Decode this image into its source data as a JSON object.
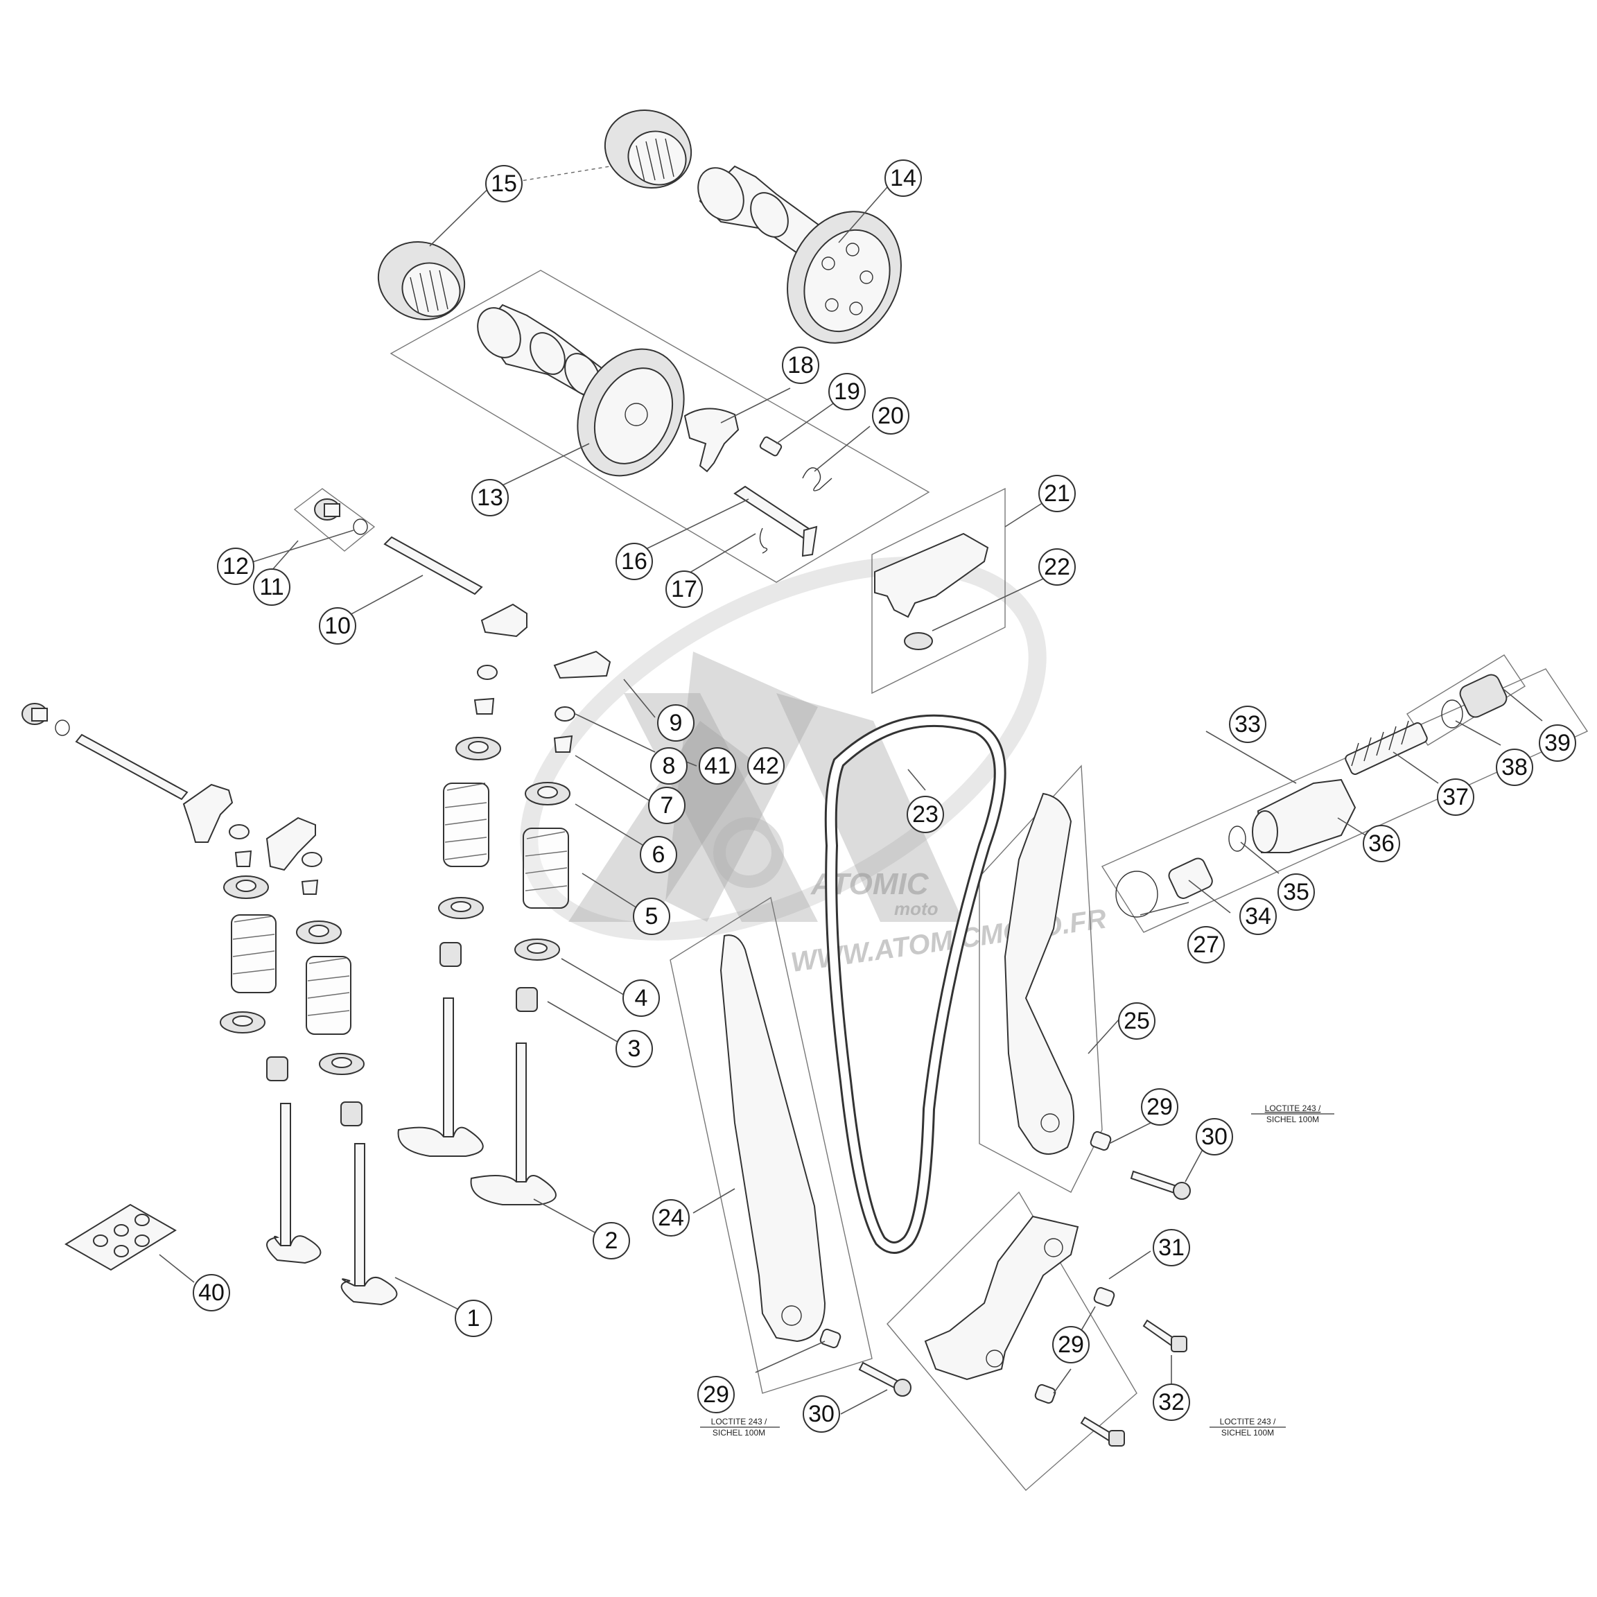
{
  "callouts": [
    {
      "id": "c1",
      "label": "1"
    },
    {
      "id": "c2",
      "label": "2"
    },
    {
      "id": "c3",
      "label": "3"
    },
    {
      "id": "c4",
      "label": "4"
    },
    {
      "id": "c5",
      "label": "5"
    },
    {
      "id": "c6",
      "label": "6"
    },
    {
      "id": "c7",
      "label": "7"
    },
    {
      "id": "c8",
      "label": "8"
    },
    {
      "id": "c9",
      "label": "9"
    },
    {
      "id": "c10",
      "label": "10"
    },
    {
      "id": "c11",
      "label": "11"
    },
    {
      "id": "c12",
      "label": "12"
    },
    {
      "id": "c13",
      "label": "13"
    },
    {
      "id": "c14",
      "label": "14"
    },
    {
      "id": "c15",
      "label": "15"
    },
    {
      "id": "c16",
      "label": "16"
    },
    {
      "id": "c17",
      "label": "17"
    },
    {
      "id": "c18",
      "label": "18"
    },
    {
      "id": "c19",
      "label": "19"
    },
    {
      "id": "c20",
      "label": "20"
    },
    {
      "id": "c21",
      "label": "21"
    },
    {
      "id": "c22",
      "label": "22"
    },
    {
      "id": "c23",
      "label": "23"
    },
    {
      "id": "c24",
      "label": "24"
    },
    {
      "id": "c25",
      "label": "25"
    },
    {
      "id": "c27",
      "label": "27"
    },
    {
      "id": "c29a",
      "label": "29"
    },
    {
      "id": "c29b",
      "label": "29"
    },
    {
      "id": "c29c",
      "label": "29"
    },
    {
      "id": "c30a",
      "label": "30"
    },
    {
      "id": "c30b",
      "label": "30"
    },
    {
      "id": "c31",
      "label": "31"
    },
    {
      "id": "c32",
      "label": "32"
    },
    {
      "id": "c33",
      "label": "33"
    },
    {
      "id": "c34",
      "label": "34"
    },
    {
      "id": "c35",
      "label": "35"
    },
    {
      "id": "c36",
      "label": "36"
    },
    {
      "id": "c37",
      "label": "37"
    },
    {
      "id": "c38",
      "label": "38"
    },
    {
      "id": "c39",
      "label": "39"
    },
    {
      "id": "c40",
      "label": "40"
    },
    {
      "id": "c41",
      "label": "41"
    },
    {
      "id": "c42",
      "label": "42"
    }
  ],
  "notes": [
    {
      "id": "n1",
      "line1": "LOCTITE 243 /",
      "line2": "SICHEL 100M"
    },
    {
      "id": "n2",
      "line1": "LOCTITE 243 /",
      "line2": "SICHEL 100M"
    },
    {
      "id": "n3",
      "line1": "LOCTITE 243 /",
      "line2": "SICHEL 100M"
    }
  ],
  "watermark": {
    "logo_text": "ATOMIC",
    "sub_text": "moto",
    "url_text": "WWW.ATOMICMOTO.FR"
  }
}
